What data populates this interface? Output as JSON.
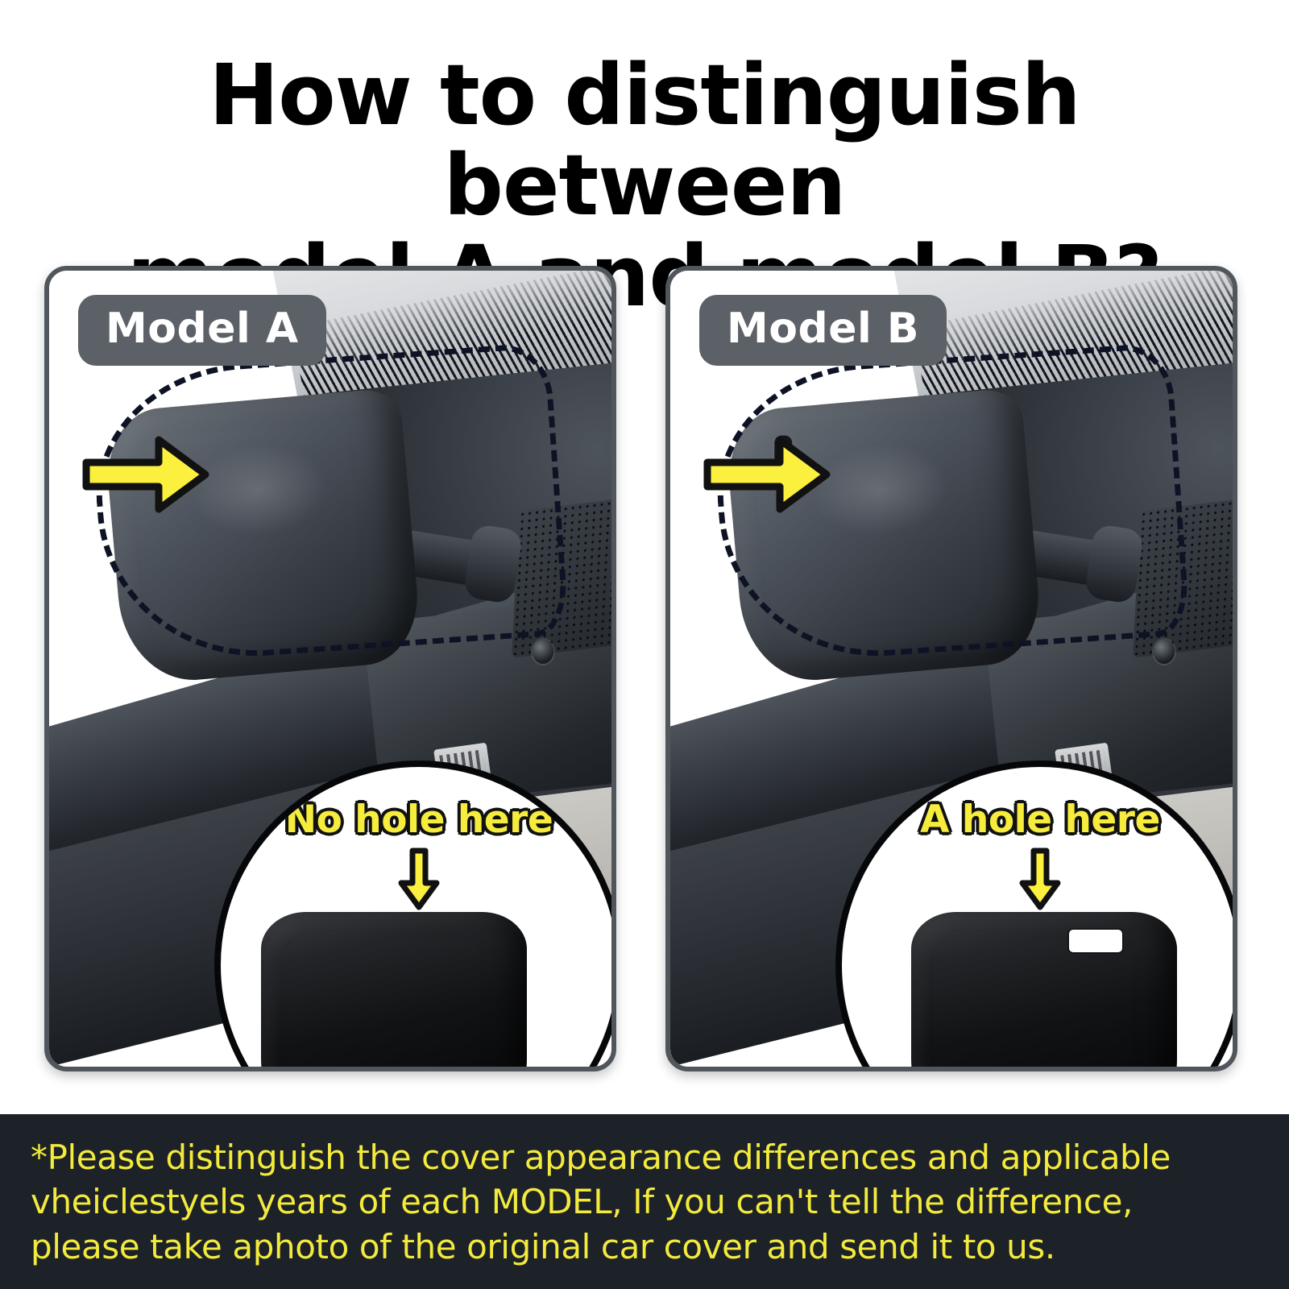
{
  "title": {
    "line1": "How to distinguish between",
    "line2": "model A and model B?"
  },
  "colors": {
    "accent_yellow": "#F2EA3C",
    "arrow_yellow": "#FCF03F",
    "badge_gray": "#5B6167",
    "card_border": "#50565C",
    "banner_bg": "#1D2128",
    "outline_black": "#0D1324"
  },
  "panels": [
    {
      "id": "model-a",
      "badge_label": "Model A",
      "inset_label": "No hole here",
      "has_hole": false
    },
    {
      "id": "model-b",
      "badge_label": "Model B",
      "inset_label": "A hole here",
      "has_hole": true
    }
  ],
  "banner": {
    "line1": "*Please distinguish the cover appearance differences and applicable",
    "line2": "vheiclestyels years of each MODEL, If you can't tell the difference,",
    "line3": "please take aphoto of the original car cover and send it to us."
  }
}
